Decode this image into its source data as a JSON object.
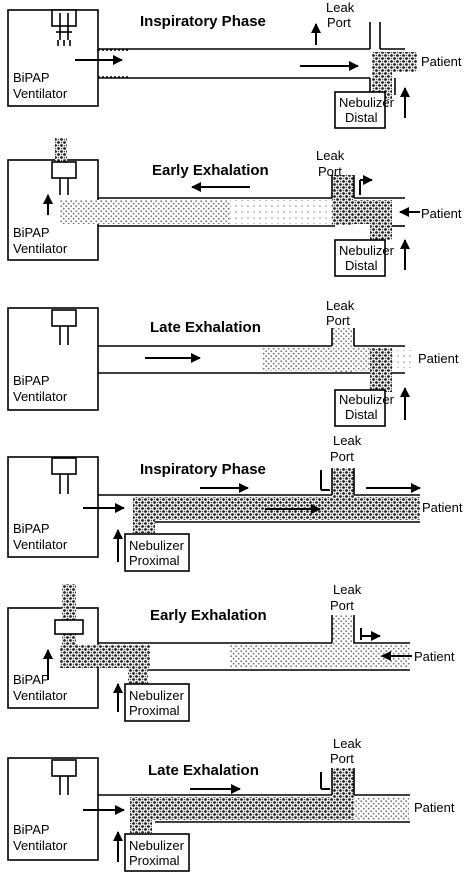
{
  "panels": [
    {
      "title": "Inspiratory Phase",
      "ventilator": [
        "BiPAP",
        "Ventilator"
      ],
      "leak_port": [
        "Leak",
        "Port"
      ],
      "patient": "Patient",
      "nebulizer": [
        "Nebulizer",
        "Distal"
      ]
    },
    {
      "title": "Early Exhalation",
      "ventilator": [
        "BiPAP",
        "Ventilator"
      ],
      "leak_port": [
        "Leak",
        "Port"
      ],
      "patient": "Patient",
      "nebulizer": [
        "Nebulizer",
        "Distal"
      ]
    },
    {
      "title": "Late Exhalation",
      "ventilator": [
        "BiPAP",
        "Ventilator"
      ],
      "leak_port": [
        "Leak",
        "Port"
      ],
      "patient": "Patient",
      "nebulizer": [
        "Nebulizer",
        "Distal"
      ]
    },
    {
      "title": "Inspiratory Phase",
      "ventilator": [
        "BiPAP",
        "Ventilator"
      ],
      "leak_port": [
        "Leak",
        "Port"
      ],
      "patient": "Patient",
      "nebulizer": [
        "Nebulizer",
        "Proximal"
      ]
    },
    {
      "title": "Early Exhalation",
      "ventilator": [
        "BiPAP",
        "Ventilator"
      ],
      "leak_port": [
        "Leak",
        "Port"
      ],
      "patient": "Patient",
      "nebulizer": [
        "Nebulizer",
        "Proximal"
      ]
    },
    {
      "title": "Late Exhalation",
      "ventilator": [
        "BiPAP",
        "Ventilator"
      ],
      "leak_port": [
        "Leak",
        "Port"
      ],
      "patient": "Patient",
      "nebulizer": [
        "Nebulizer",
        "Proximal"
      ]
    }
  ],
  "colors": {
    "line": "#000000",
    "aerosol_dense": "#2a2a2a",
    "aerosol_light": "#8a8a8a",
    "background": "#ffffff"
  }
}
